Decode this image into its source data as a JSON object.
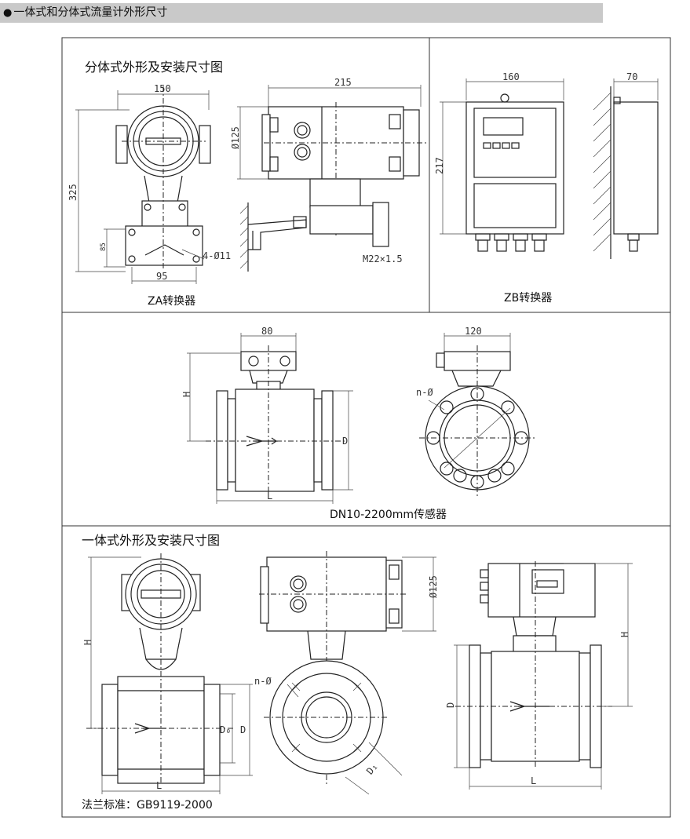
{
  "header": {
    "bullet": "●",
    "title": "一体式和分体式流量计外形尺寸"
  },
  "split_section": {
    "title": "分体式外形及安装尺寸图",
    "za_caption": "ZA转换器",
    "zb_caption": "ZB转换器",
    "dims": {
      "w150": "150",
      "h325": "325",
      "w95": "95",
      "h85": "85",
      "hole": "4-Ø11",
      "w215": "215",
      "dia125": "Ø125",
      "thread": "M22×1.5",
      "w160": "160",
      "w70": "70",
      "h217": "217"
    }
  },
  "sensor_section": {
    "caption": "DN10-2200mm传感器",
    "dims": {
      "w80": "80",
      "w120": "120",
      "H": "H",
      "D": "D",
      "L": "L",
      "bolt": "n-Ø"
    }
  },
  "integral_section": {
    "title": "一体式外形及安装尺寸图",
    "flange_std": "法兰标准：GB9119-2000",
    "dims": {
      "H": "H",
      "L": "L",
      "D": "D",
      "D0": "D₀",
      "D1": "D₁",
      "dia125": "Ø125",
      "bolt": "n-Ø"
    }
  }
}
